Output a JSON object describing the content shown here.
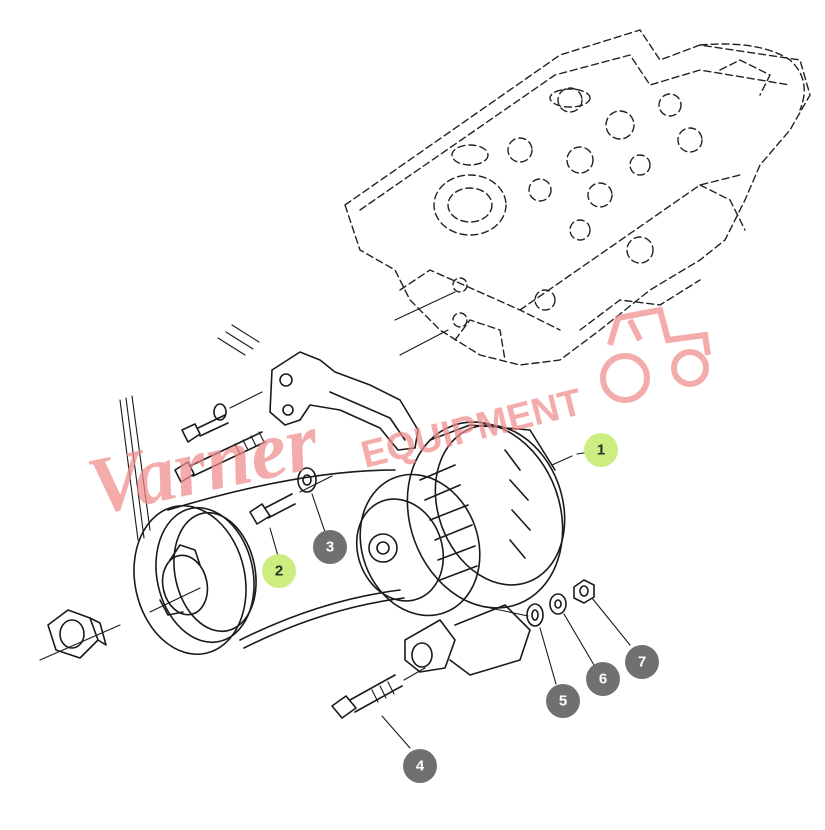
{
  "watermark": {
    "script_text": "Varner",
    "block_text": "EQUIPMENT",
    "color": "#f08a8a"
  },
  "callouts": [
    {
      "id": "1",
      "label": "1",
      "style": "highlight"
    },
    {
      "id": "2",
      "label": "2",
      "style": "highlight"
    },
    {
      "id": "3",
      "label": "3",
      "style": "dark"
    },
    {
      "id": "4",
      "label": "4",
      "style": "dark"
    },
    {
      "id": "5",
      "label": "5",
      "style": "dark"
    },
    {
      "id": "6",
      "label": "6",
      "style": "dark"
    },
    {
      "id": "7",
      "label": "7",
      "style": "dark"
    }
  ],
  "colors": {
    "highlight_fill": "#ccee80",
    "highlight_text": "#2c2c2c",
    "dark_fill": "#707070",
    "dark_text": "#ffffff",
    "line": "#1a1a1a"
  },
  "parts_depicted": [
    "cylinder-head",
    "mounting-bracket",
    "alternator",
    "crank-pulley",
    "drive-belt",
    "pulley-nut",
    "bolts",
    "washers",
    "nut"
  ]
}
